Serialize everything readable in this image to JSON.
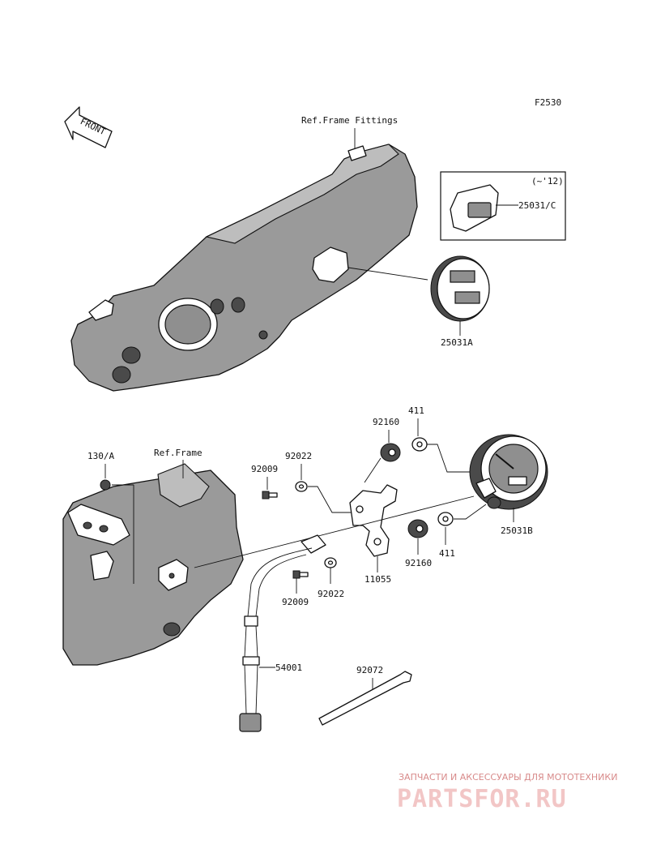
{
  "figure_code": "F2530",
  "direction_label": "FRONT",
  "references": {
    "frame_fittings": "Ref.Frame Fittings",
    "frame": "Ref.Frame"
  },
  "callouts": {
    "variant_note": "(~'12)",
    "p_25031C": "25031/C",
    "p_25031A": "25031A",
    "p_25031B": "25031B",
    "p_92160_top": "92160",
    "p_411_top": "411",
    "p_130A": "130/A",
    "p_92022_top": "92022",
    "p_92009_top": "92009",
    "p_92160_bottom": "92160",
    "p_411_bottom": "411",
    "p_11055": "11055",
    "p_92022_bottom": "92022",
    "p_92009_bottom": "92009",
    "p_54001": "54001",
    "p_92072": "92072"
  },
  "watermark": {
    "tagline": "ЗАПЧАСТИ И АКСЕССУАРЫ ДЛЯ МОТОТЕХНИКИ",
    "site": "PARTSFOR.RU",
    "color": "#d88a8a"
  }
}
